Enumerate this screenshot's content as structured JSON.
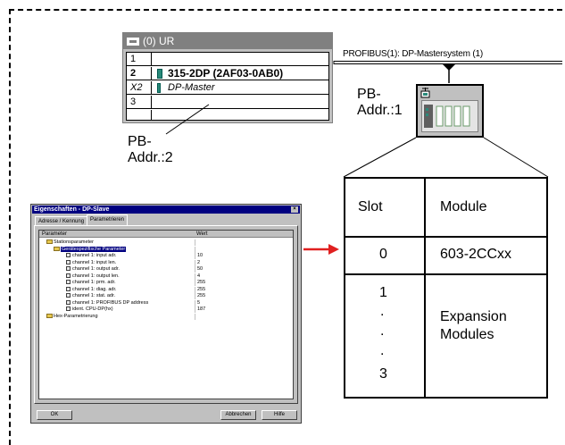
{
  "rack": {
    "title": "(0) UR",
    "rows": [
      {
        "num": "1",
        "module": ""
      },
      {
        "num": "2",
        "module": "315-2DP  (2AF03-0AB0)"
      },
      {
        "num": "X2",
        "module": "DP-Master"
      },
      {
        "num": "3",
        "module": ""
      }
    ]
  },
  "bus": {
    "label": "PROFIBUS(1): DP-Mastersystem (1)"
  },
  "labels": {
    "pb_addr_1": [
      "PB-",
      "Addr.:1"
    ],
    "pb_addr_2": [
      "PB-",
      "Addr.:2"
    ]
  },
  "expansion_table": {
    "headers": [
      "Slot",
      "Module"
    ],
    "rows": [
      {
        "slot": "0",
        "module": "603-2CCxx"
      },
      {
        "slot": [
          "1",
          ".",
          ".",
          ".",
          "3"
        ],
        "module": [
          "Expansion",
          "Modules"
        ]
      }
    ]
  },
  "dialog": {
    "title": "Eigenschaften - DP-Slave",
    "close": "×",
    "tabs": [
      "Adresse / Kennung",
      "Parametrieren"
    ],
    "grid_headers": [
      "Parameter",
      "Wert"
    ],
    "tree": [
      {
        "label": "Stationsparameter",
        "value": "",
        "kind": "folder"
      },
      {
        "label": "Gerätespezifische Parameter",
        "value": "",
        "kind": "folder-selected"
      },
      {
        "label": "channel 1: input adr.",
        "value": "10",
        "kind": "param"
      },
      {
        "label": "channel 1: input len.",
        "value": "2",
        "kind": "param"
      },
      {
        "label": "channel 1: output adr.",
        "value": "50",
        "kind": "param"
      },
      {
        "label": "channel 1: output len.",
        "value": "4",
        "kind": "param"
      },
      {
        "label": "channel 1: prm. adr.",
        "value": "255",
        "kind": "param"
      },
      {
        "label": "channel 1: diag. adr.",
        "value": "255",
        "kind": "param"
      },
      {
        "label": "channel 1: stat. adr.",
        "value": "255",
        "kind": "param"
      },
      {
        "label": "channel 1: PROFIBUS DP address",
        "value": "5",
        "kind": "param"
      },
      {
        "label": "ident. CPU-DP(hx)",
        "value": "187",
        "kind": "param"
      },
      {
        "label": "Hex-Parametrierung",
        "value": "",
        "kind": "folder"
      }
    ],
    "buttons": {
      "ok": "OK",
      "cancel": "Abbrechen",
      "help": "Hilfe"
    }
  },
  "colors": {
    "arrow": "#e02020",
    "dialog_title": "#000080"
  }
}
